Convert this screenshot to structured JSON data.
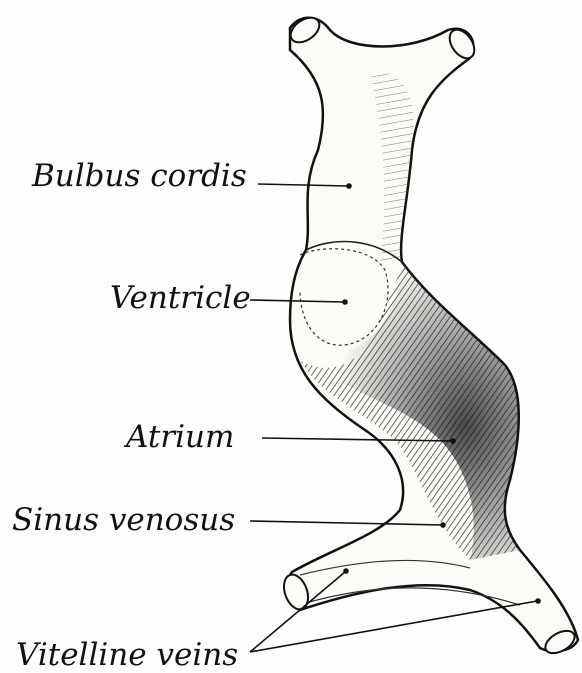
{
  "figure": {
    "labels": {
      "bulbus_cordis": "Bulbus cordis",
      "ventricle": "Ventricle",
      "atrium": "Atrium",
      "sinus_venosus": "Sinus venosus",
      "vitelline_veins": "Vitelline veins"
    },
    "colors": {
      "ink": "#111111",
      "paper": "#fdfdfc",
      "shade_dark": "#2a2a2a",
      "shade_light": "#f4f4f2"
    }
  }
}
